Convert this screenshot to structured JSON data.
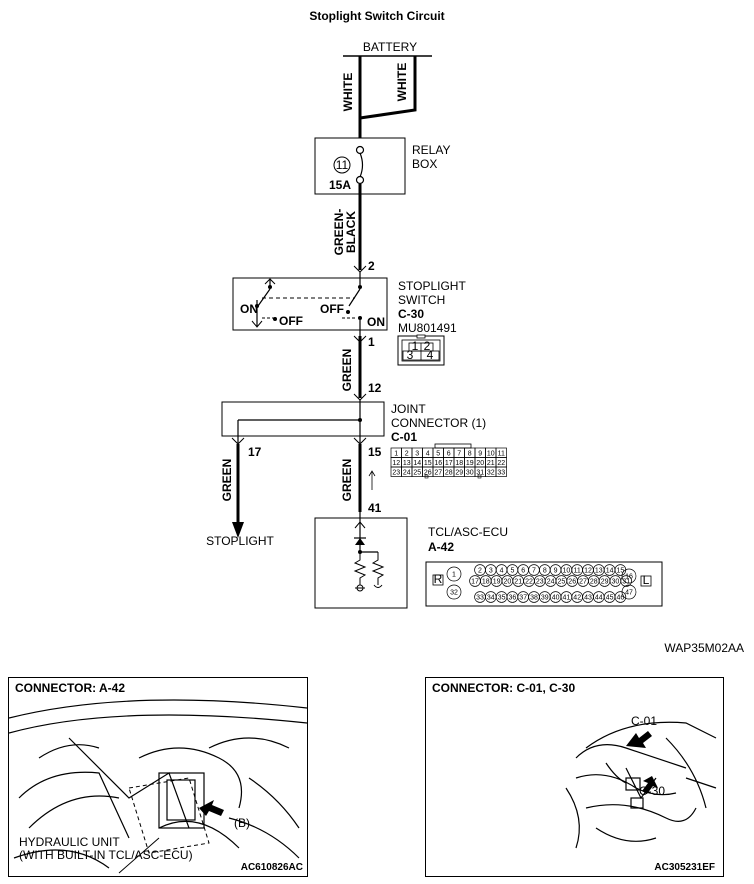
{
  "title": "Stoplight Switch Circuit",
  "figure_code": "WAP35M02AA",
  "battery": {
    "label": "BATTERY"
  },
  "wires": {
    "white_left": "WHITE",
    "white_right": "WHITE",
    "green_black_line1": "GREEN-",
    "green_black_line2": "BLACK",
    "green_1": "GREEN",
    "green_17": "GREEN",
    "green_15": "GREEN"
  },
  "relay_box": {
    "label_line1": "RELAY",
    "label_line2": "BOX",
    "fuse_number": "11",
    "fuse_rating": "15A"
  },
  "stoplight_switch": {
    "label_line1": "STOPLIGHT",
    "label_line2": "SWITCH",
    "connector": "C-30",
    "part_code": "MU801491",
    "pin_top": "2",
    "pin_bottom": "1",
    "state_on_left": "ON",
    "state_off_left": "OFF",
    "state_off_right": "OFF",
    "state_on_right": "ON",
    "face_pins": [
      "1",
      "2",
      "3",
      "4"
    ]
  },
  "joint_connector": {
    "label_line1": "JOINT",
    "label_line2": "CONNECTOR (1)",
    "connector": "C-01",
    "pin_in": "12",
    "pin_left": "17",
    "pin_right": "15",
    "face_rows": [
      [
        "1",
        "2",
        "3",
        "4",
        "5",
        "6",
        "7",
        "8",
        "9",
        "10",
        "11"
      ],
      [
        "12",
        "13",
        "14",
        "15",
        "16",
        "17",
        "18",
        "19",
        "20",
        "21",
        "22"
      ],
      [
        "23",
        "24",
        "25",
        "26",
        "27",
        "28",
        "29",
        "30",
        "31",
        "32",
        "33"
      ]
    ]
  },
  "stoplight_dest": "STOPLIGHT",
  "ecu": {
    "label": "TCL/ASC-ECU",
    "connector": "A-42",
    "pin": "41",
    "face": {
      "left_mark": "R",
      "right_mark": "L",
      "left_pins": [
        "1",
        "32"
      ],
      "right_pins": [
        "16",
        "47"
      ],
      "row1": [
        "2",
        "3",
        "4",
        "5",
        "6",
        "7",
        "8",
        "9",
        "10",
        "11",
        "12",
        "13",
        "14",
        "15"
      ],
      "row2": [
        "17",
        "18",
        "19",
        "20",
        "21",
        "22",
        "23",
        "24",
        "25",
        "26",
        "27",
        "28",
        "29",
        "30",
        "31"
      ],
      "row3": [
        "33",
        "34",
        "35",
        "36",
        "37",
        "38",
        "39",
        "40",
        "41",
        "42",
        "43",
        "44",
        "45",
        "46"
      ]
    }
  },
  "photos": [
    {
      "title": "CONNECTOR: A-42",
      "caption": "HYDRAULIC UNIT\n(WITH BUILT-IN TCL/ASC-ECU)",
      "callout": "(B)",
      "code": "AC610826AC"
    },
    {
      "title": "CONNECTOR: C-01, C-30",
      "callout_top": "C-01",
      "callout_bottom": "C-30",
      "code": "AC305231EF"
    }
  ],
  "colors": {
    "line": "#000000",
    "background": "#ffffff"
  }
}
